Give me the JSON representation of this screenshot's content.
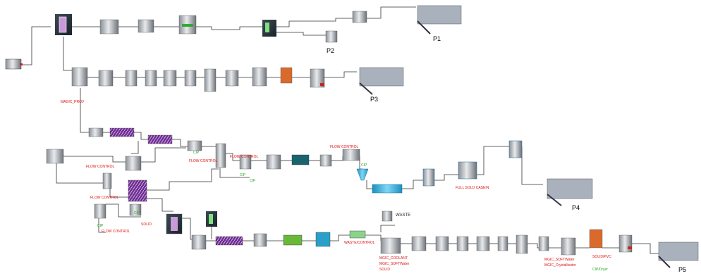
{
  "plants": {
    "p1": "P1",
    "p2": "P2",
    "p3": "P3",
    "p4": "P4",
    "p5": "P5"
  },
  "labels": {
    "waste": "WASTE",
    "full_solo_casein": "FULL SOLO CASEIN",
    "flow_control_1": "FLOW CONTROL",
    "flow_control_2": "FLOW CONTROL",
    "flow_control_3": "FLOW CONTROL",
    "flow_control_4": "FLOW CONTROL",
    "flow_control_5": "FLOW CONTROL",
    "flow_control_6": "FLOW CONTROL",
    "waste_control": "WASTE/CONTROL",
    "solid_1": "SOLID",
    "solid_2": "SOLID",
    "cip_1": "CIP",
    "cip_2": "CIP",
    "cip_3": "CIP",
    "cip_4": "CIP",
    "cip_5": "CIP",
    "cip_6": "CIP",
    "magic_prov": "MAGIC_PROV",
    "mgc_coolant": "MGIC_COOLANT",
    "mgc_softwater": "MGIC_SOFTWater",
    "mgc_softwater_2": "MGIC_SOFTWater",
    "mgic_crystallisator": "MGIC_Crystallisator",
    "solid_pvc": "SOLID/PVC",
    "cip_dryer": "CIP/Dryer"
  },
  "colors": {
    "line": "#333333",
    "red_label": "#dd1111",
    "green_label": "#22aa22",
    "purple_exchanger": "#8a3fa8",
    "teal_separator": "#2a8ea8",
    "cyan_vessel": "#3ab7e0",
    "green_filter": "#5aa83a"
  }
}
